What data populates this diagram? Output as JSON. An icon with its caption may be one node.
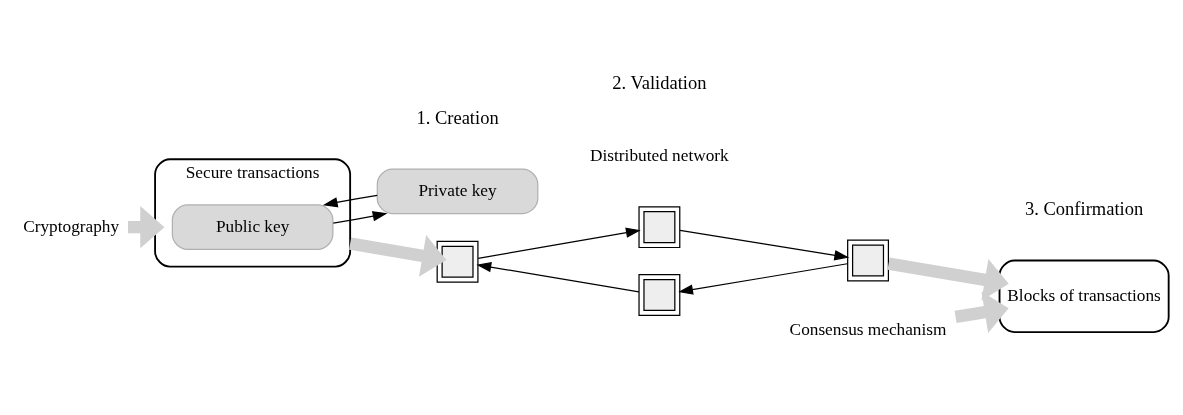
{
  "diagram": {
    "nodes": [
      {
        "text": [
          "Cryptography"
        ]
      },
      {
        "text": [
          "Secure transactions"
        ]
      },
      {
        "text": [
          "Public key"
        ],
        "in": 1
      },
      {
        "text": [
          "Private key"
        ]
      },
      {
        "text": [],
        "shape": "box"
      },
      {
        "text": [],
        "shape": "box"
      },
      {
        "text": [],
        "shape": "box"
      },
      {
        "text": [],
        "shape": "box"
      },
      {
        "text": [
          "Blocks of transactions"
        ]
      },
      {
        "text": [
          "Consensus mechanism"
        ]
      }
    ],
    "edges": [
      {
        "from": 0,
        "to": 1,
        "arrow": "to",
        "style": "thick",
        "color": "#d0d0d0"
      },
      {
        "from": 2,
        "to": 3,
        "arrow": "to"
      },
      {
        "from": 3,
        "to": 2,
        "arrow": "to"
      },
      {
        "from": 1,
        "to": 4,
        "arrow": "to",
        "style": "thick",
        "color": "#d0d0d0"
      },
      {
        "from": 4,
        "to": 5,
        "arrow": "to"
      },
      {
        "from": 5,
        "to": 7,
        "arrow": "to"
      },
      {
        "from": 7,
        "to": 6,
        "arrow": "to"
      },
      {
        "from": 6,
        "to": 4,
        "arrow": "to"
      },
      {
        "from": 7,
        "to": 8,
        "arrow": "to",
        "style": "thick",
        "color": "#d0d0d0"
      },
      {
        "from": 9,
        "to": 8,
        "arrow": "to",
        "style": "thick",
        "color": "#d0d0d0"
      }
    ],
    "labels": [
      "Distributed network",
      "1. Creation",
      "2. Validation",
      "3. Confirmation"
    ]
  }
}
